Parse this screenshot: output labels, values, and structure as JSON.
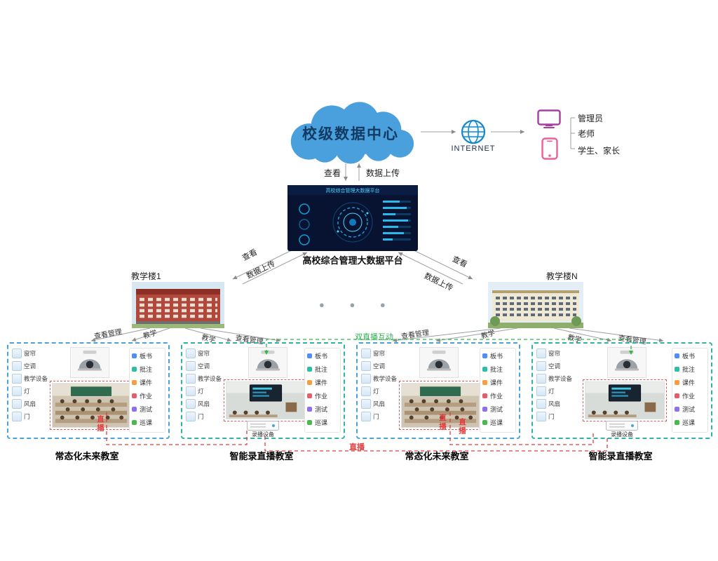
{
  "cloud": {
    "label": "校级数据中心"
  },
  "internet": {
    "label": "INTERNET"
  },
  "users": {
    "admin": "管理员",
    "teacher": "老师",
    "students": "学生、家长"
  },
  "cloud_links": {
    "view": "查看",
    "upload": "数据上传"
  },
  "platform": {
    "screen_title": "高校综合管理大数据平台",
    "caption": "高校综合管理大数据平台"
  },
  "platform_links": {
    "left_view": "查看",
    "left_upload": "数据上传",
    "right_view": "查看",
    "right_upload": "数据上传"
  },
  "buildings": {
    "left": "教学楼1",
    "right": "教学楼N"
  },
  "ellipsis": "● ● ●",
  "branch_labels": {
    "b1_view_left": "查看管理",
    "b1_teach_left": "教学",
    "b1_teach_right": "教学",
    "b1_view_right": "查看管理",
    "bn_view_left": "查看管理",
    "bn_teach_left": "教学",
    "bn_teach_right": "教学",
    "bn_view_right": "查看管理"
  },
  "overlays": {
    "dual_live": "双直播互动",
    "live": "直播"
  },
  "classrooms": [
    {
      "title": "常态化未来教室",
      "devices": [
        "窗帘",
        "空调",
        "教学设备",
        "灯",
        "风扇",
        "门"
      ],
      "functions": [
        "板书",
        "批注",
        "课件",
        "作业",
        "测试",
        "巡课"
      ]
    },
    {
      "title": "智能录直播教室",
      "devices": [
        "窗帘",
        "空调",
        "教学设备",
        "灯",
        "风扇",
        "门"
      ],
      "functions": [
        "板书",
        "批注",
        "课件",
        "作业",
        "测试",
        "巡课"
      ],
      "recorder": "录播设备"
    },
    {
      "title": "常态化未来教室",
      "devices": [
        "窗帘",
        "空调",
        "教学设备",
        "灯",
        "风扇",
        "门"
      ],
      "functions": [
        "板书",
        "批注",
        "课件",
        "作业",
        "测试",
        "巡课"
      ]
    },
    {
      "title": "智能录直播教室",
      "devices": [
        "窗帘",
        "空调",
        "教学设备",
        "灯",
        "风扇",
        "门"
      ],
      "functions": [
        "板书",
        "批注",
        "课件",
        "作业",
        "测试",
        "巡课"
      ],
      "recorder": "录播设备"
    }
  ]
}
